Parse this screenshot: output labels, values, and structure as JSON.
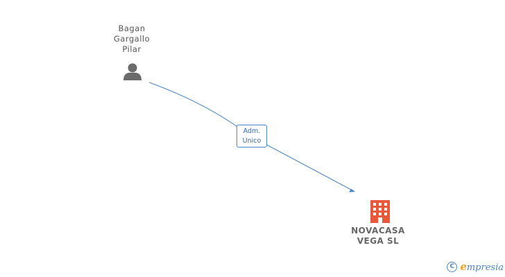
{
  "nodes": {
    "person": {
      "name_lines": [
        "Bagan",
        "Gargallo",
        "Pilar"
      ],
      "icon": "person-icon",
      "color": "#6b6b6b"
    },
    "company": {
      "name_lines": [
        "NOVACASA",
        "VEGA SL"
      ],
      "icon": "building-icon",
      "color": "#e8583a"
    }
  },
  "edge": {
    "label_lines": [
      "Adm.",
      "Unico"
    ],
    "color": "#4a86c8"
  },
  "footer": {
    "copyright_symbol": "C",
    "brand_initial": "e",
    "brand_rest": "mpresia"
  }
}
